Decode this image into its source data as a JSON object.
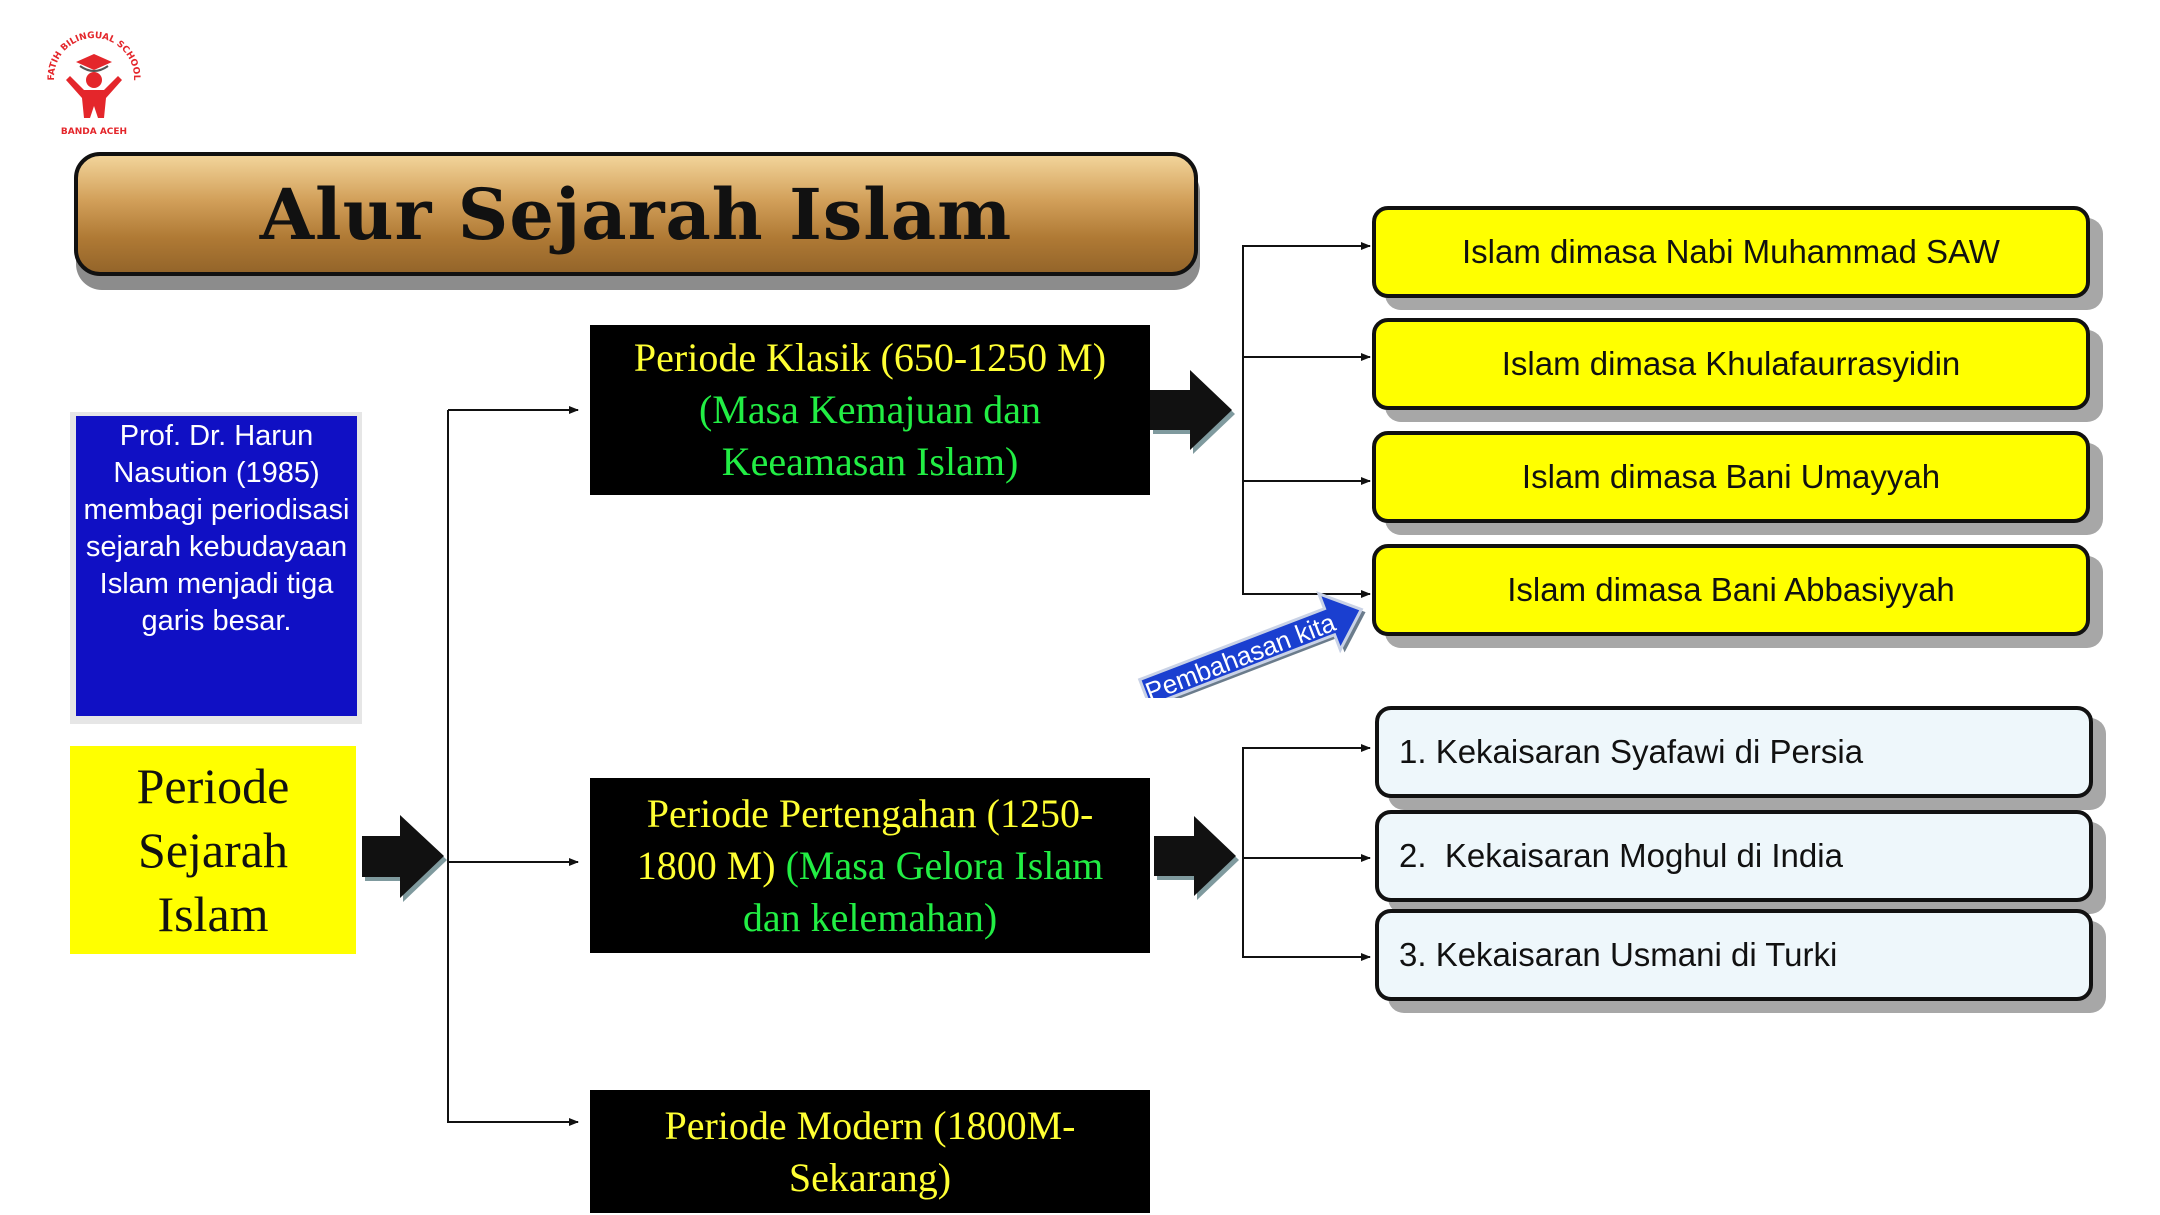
{
  "logo": {
    "school_name": "FATIH BILINGUAL SCHOOL",
    "city": "BANDA ACEH",
    "colors": {
      "red": "#e4262b",
      "figure": "#e4262b"
    },
    "icon": "graduate-figure-icon"
  },
  "title": "Alur Sejarah Islam",
  "info_box": "Prof. Dr. Harun Nasution (1985) membagi periodisasi sejarah kebudayaan Islam menjadi tiga garis besar.",
  "root_box": "Periode Sejarah Islam",
  "periods": [
    {
      "label": "Periode Klasik (650-1250 M)",
      "sub": "(Masa Kemajuan dan Keeamasan Islam)"
    },
    {
      "label": "Periode Pertengahan  (1250-1800 M)",
      "sub": "(Masa Gelora Islam dan kelemahan)"
    },
    {
      "label": "Periode Modern  (1800M-Sekarang)",
      "sub": ""
    }
  ],
  "klasik_items": [
    "Islam dimasa Nabi Muhammad SAW",
    "Islam dimasa Khulafaurrasyidin",
    "Islam dimasa Bani Umayyah",
    "Islam dimasa Bani Abbasiyyah"
  ],
  "pertengahan_items": [
    "1. Kekaisaran Syafawi di Persia",
    "2.  Kekaisaran Moghul di India",
    "3. Kekaisaran Usmani di Turki"
  ],
  "pointer_tag": "Pembahasan kita",
  "colors": {
    "title_gradient": [
      "#f2d49a",
      "#94652a"
    ],
    "info_bg": "#1010c4",
    "periode_bg": "#ffff00",
    "period_box_bg": "#000000",
    "period_text_yellow": "#ffff33",
    "period_text_green": "#22ee44",
    "klasik_item_bg": "#ffff00",
    "pertengahan_item_bg": "#eef7fb",
    "tag_bg": "#1a3fd0"
  }
}
